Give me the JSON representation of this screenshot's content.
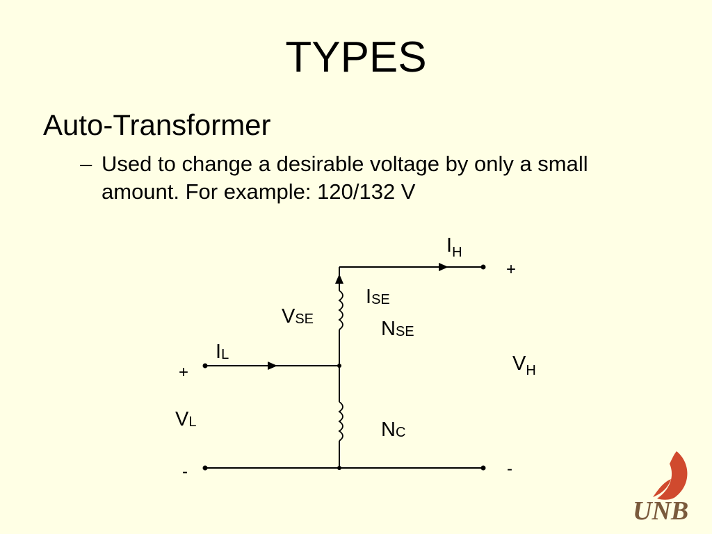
{
  "slide": {
    "title": "TYPES",
    "bullet": "Auto-Transformer",
    "sub_bullet_marker": "–",
    "sub_bullet": "Used to change a desirable voltage by only a small amount. For example: 120/132 V"
  },
  "diagram": {
    "labels": {
      "ih_main": "I",
      "ih_sub": "H",
      "ise_main": "I",
      "ise_sub": "SE",
      "vse_main": "V",
      "vse_sub": "SE",
      "nse_main": "N",
      "nse_sub": "SE",
      "il_main": "I",
      "il_sub": "L",
      "vh_main": "V",
      "vh_sub": "H",
      "vl_main": "V",
      "vl_sub": "L",
      "nc_main": "N",
      "nc_sub": "C",
      "plus_high": "+",
      "minus_high": "-",
      "plus_low": "+",
      "minus_low": "-"
    }
  },
  "logo": {
    "text": "UNB",
    "sail_color": "#D04A2E",
    "text_color": "#7A5A3C"
  }
}
